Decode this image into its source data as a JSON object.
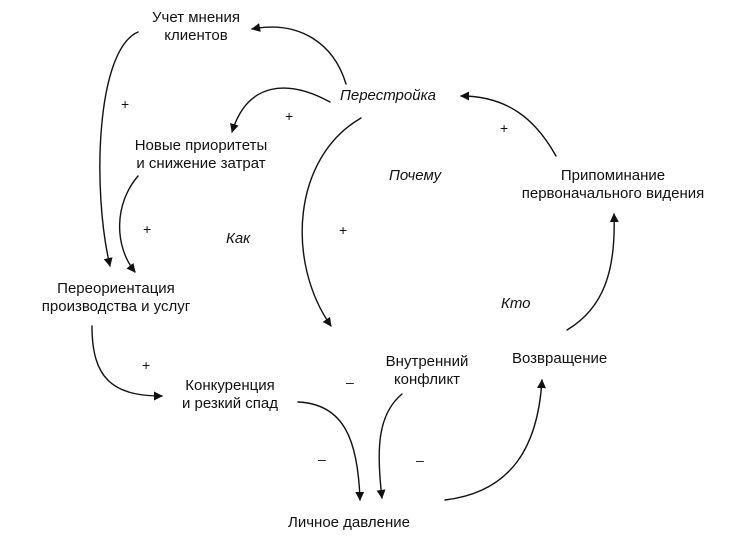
{
  "diagram": {
    "nodes": {
      "client_opinion": {
        "line1": "Учет мнения",
        "line2": "клиентов"
      },
      "restructuring": {
        "line1": "Перестройка"
      },
      "new_priorities": {
        "line1": "Новые приоритеты",
        "line2": "и снижение затрат"
      },
      "reorientation": {
        "line1": "Переориентация",
        "line2": "производства и услуг"
      },
      "competition": {
        "line1": "Конкуренция",
        "line2": "и резкий спад"
      },
      "personal_pressure": {
        "line1": "Личное давление"
      },
      "internal_conflict": {
        "line1": "Внутренний",
        "line2": "конфликт"
      },
      "return": {
        "line1": "Возвращение"
      },
      "recollection": {
        "line1": "Припоминание",
        "line2": "первоначального видения"
      }
    },
    "annotations": {
      "why": "Почему",
      "how": "Как",
      "who": "Кто"
    },
    "signs": {
      "s1": "+",
      "s2": "+",
      "s3": "+",
      "s4": "+",
      "s5": "+",
      "s6": "+",
      "s7": "–",
      "s8": "–",
      "s9": "–"
    },
    "colors": {
      "ink": "#111111",
      "background": "#ffffff"
    }
  }
}
